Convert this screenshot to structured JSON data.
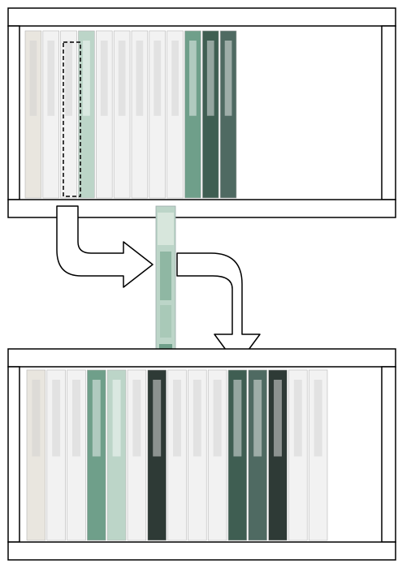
{
  "diagram": {
    "background": "#ffffff",
    "stroke_color": "#000000",
    "spine_colors": {
      "white": "#f2f2f2",
      "cream": "#e9e6df",
      "green": "#6f9f8a",
      "dark_green": "#3f5e52",
      "pale_green": "#bcd5c8",
      "dark": "#2e3a36",
      "slate": "#4f6a62"
    },
    "upper_shelf": {
      "description_icon": "bookshelf-icon",
      "books": [
        {
          "color": "cream"
        },
        {
          "color": "white"
        },
        {
          "color": "white"
        },
        {
          "color": "pale_green",
          "highlighted": true
        },
        {
          "color": "white"
        },
        {
          "color": "white"
        },
        {
          "color": "white"
        },
        {
          "color": "white"
        },
        {
          "color": "white"
        },
        {
          "color": "green"
        },
        {
          "color": "dark_green"
        },
        {
          "color": "slate"
        }
      ]
    },
    "moving_book": {
      "color": "pale_green",
      "icon": "book-spine-icon"
    },
    "lower_shelf": {
      "description_icon": "bookshelf-icon",
      "books": [
        {
          "color": "cream"
        },
        {
          "color": "white"
        },
        {
          "color": "white"
        },
        {
          "color": "green"
        },
        {
          "color": "pale_green"
        },
        {
          "color": "white"
        },
        {
          "color": "dark"
        },
        {
          "color": "white"
        },
        {
          "color": "white"
        },
        {
          "color": "white"
        },
        {
          "color": "dark_green"
        },
        {
          "color": "slate"
        },
        {
          "color": "dark"
        },
        {
          "color": "white"
        },
        {
          "color": "white"
        }
      ]
    },
    "arrows": [
      {
        "name": "remove-arrow",
        "icon": "curved-arrow-right-icon"
      },
      {
        "name": "insert-arrow",
        "icon": "curved-arrow-down-icon"
      }
    ]
  }
}
